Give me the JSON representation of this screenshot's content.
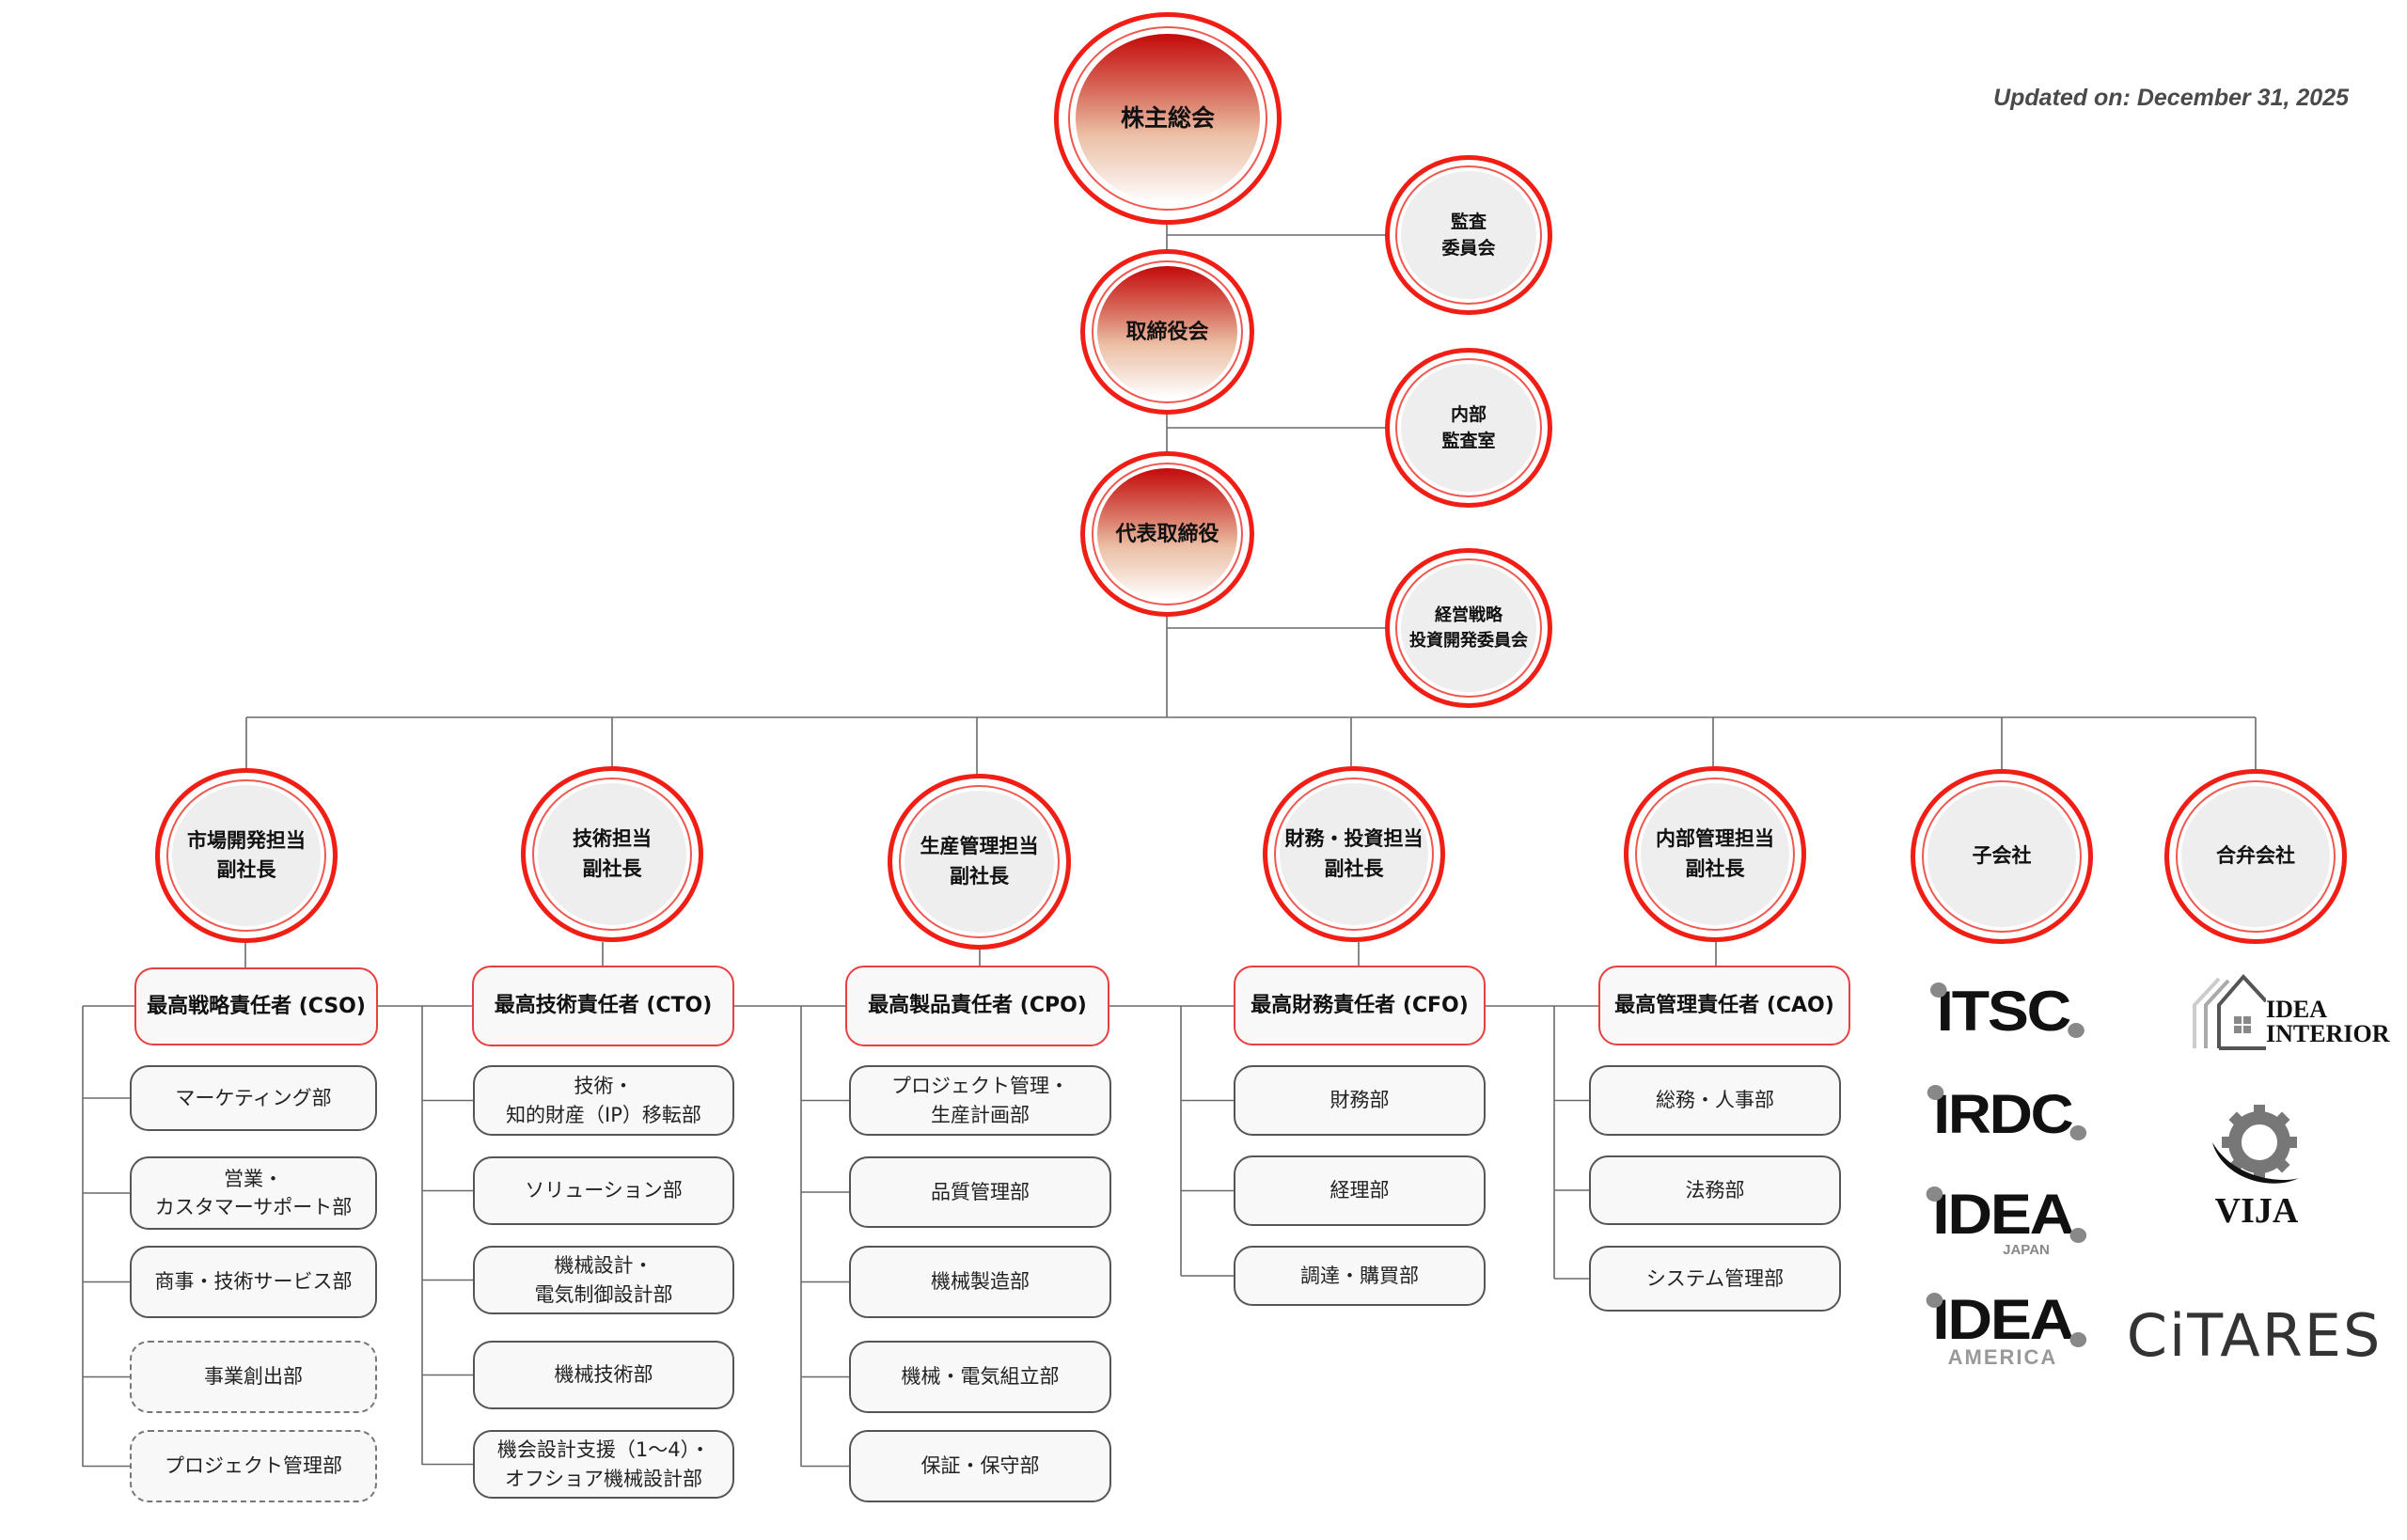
{
  "header": {
    "updated": "Updated on: December 31, 2025"
  },
  "governance": {
    "shareholders": "株主総会",
    "board": "取締役会",
    "ceo": "代表取締役",
    "audit_committee": [
      "監査",
      "委員会"
    ],
    "internal_audit": [
      "内部",
      "監査室"
    ],
    "strategy_committee": [
      "経営戦略",
      "投資開発委員会"
    ]
  },
  "divisions": [
    {
      "vp": [
        "市場開発担当",
        "副社長"
      ],
      "chief": "最高戦略責任者 (CSO)",
      "departments": [
        {
          "label": [
            "マーケティング部"
          ],
          "dashed": false
        },
        {
          "label": [
            "営業・",
            "カスタマーサポート部"
          ],
          "dashed": false
        },
        {
          "label": [
            "商事・技術サービス部"
          ],
          "dashed": false
        },
        {
          "label": [
            "事業創出部"
          ],
          "dashed": true
        },
        {
          "label": [
            "プロジェクト管理部"
          ],
          "dashed": true
        }
      ]
    },
    {
      "vp": [
        "技術担当",
        "副社長"
      ],
      "chief": "最高技術責任者 (CTO)",
      "departments": [
        {
          "label": [
            "技術・",
            "知的財産（IP）移転部"
          ],
          "dashed": false
        },
        {
          "label": [
            "ソリューション部"
          ],
          "dashed": false
        },
        {
          "label": [
            "機械設計・",
            "電気制御設計部"
          ],
          "dashed": false
        },
        {
          "label": [
            "機械技術部"
          ],
          "dashed": false
        },
        {
          "label": [
            "機会設計支援（1〜4）・",
            "オフショア機械設計部"
          ],
          "dashed": false
        }
      ]
    },
    {
      "vp": [
        "生産管理担当",
        "副社長"
      ],
      "chief": "最高製品責任者 (CPO)",
      "departments": [
        {
          "label": [
            "プロジェクト管理・",
            "生産計画部"
          ],
          "dashed": false
        },
        {
          "label": [
            "品質管理部"
          ],
          "dashed": false
        },
        {
          "label": [
            "機械製造部"
          ],
          "dashed": false
        },
        {
          "label": [
            "機械・電気組立部"
          ],
          "dashed": false
        },
        {
          "label": [
            "保証・保守部"
          ],
          "dashed": false
        }
      ]
    },
    {
      "vp": [
        "財務・投資担当",
        "副社長"
      ],
      "chief": "最高財務責任者 (CFO)",
      "departments": [
        {
          "label": [
            "財務部"
          ],
          "dashed": false
        },
        {
          "label": [
            "経理部"
          ],
          "dashed": false
        },
        {
          "label": [
            "調達・購買部"
          ],
          "dashed": false
        }
      ]
    },
    {
      "vp": [
        "内部管理担当",
        "副社長"
      ],
      "chief": "最高管理責任者 (CAO)",
      "departments": [
        {
          "label": [
            "総務・人事部"
          ],
          "dashed": false
        },
        {
          "label": [
            "法務部"
          ],
          "dashed": false
        },
        {
          "label": [
            "システム管理部"
          ],
          "dashed": false
        }
      ]
    }
  ],
  "affiliates": {
    "subsidiaries": {
      "title": "子会社",
      "logos": [
        {
          "name": "ITSC",
          "sub": ""
        },
        {
          "name": "IRDC",
          "sub": ""
        },
        {
          "name": "IDEA",
          "sub": "JAPAN"
        },
        {
          "name": "IDEA",
          "sub": "AMERICA"
        }
      ]
    },
    "joint_ventures": {
      "title": "合弁会社",
      "logos": [
        {
          "name": "IDEA",
          "sub": "INTERIOR"
        },
        {
          "name": "VIJA",
          "sub": ""
        },
        {
          "name": "CiTARES",
          "sub": ""
        }
      ]
    }
  },
  "colors": {
    "accent": "#f01e14",
    "line": "#666666",
    "box_fill": "#f8f8f8",
    "vp_fill": "#eeeeee"
  }
}
